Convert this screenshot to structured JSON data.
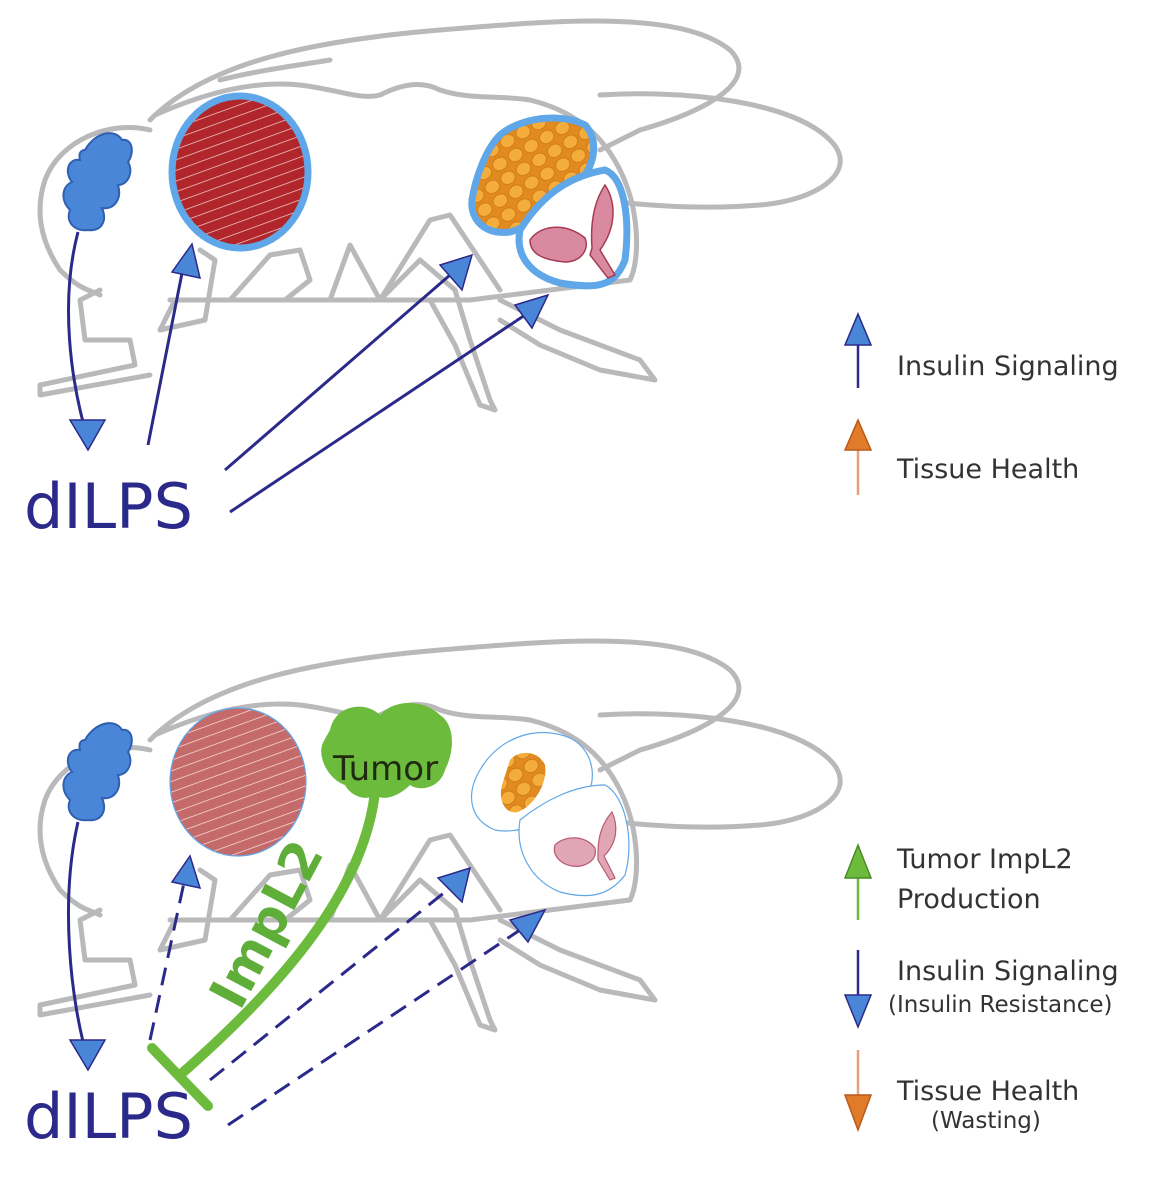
{
  "panels": [
    {
      "id": "healthy",
      "source_label": "dILPS",
      "legend": [
        {
          "direction": "up",
          "label": "Insulin Signaling",
          "sublabel": "",
          "color": "#4a78d6",
          "shaft_color": "#2b2a8a"
        },
        {
          "direction": "up",
          "label": "Tissue Health",
          "sublabel": "",
          "color": "#e07b2a",
          "shaft_color": "#e8a07a"
        }
      ]
    },
    {
      "id": "tumor",
      "source_label": "dILPS",
      "tumor_label": "Tumor",
      "inhibitor_label": "ImpL2",
      "legend": [
        {
          "direction": "up",
          "label": "Tumor ImpL2",
          "sublabel": "Production",
          "color": "#6cbb3c",
          "shaft_color": "#6cbb3c"
        },
        {
          "direction": "down",
          "label": "Insulin Signaling",
          "sublabel": "(Insulin Resistance)",
          "color": "#4a78d6",
          "shaft_color": "#2b2a8a"
        },
        {
          "direction": "down",
          "label": "Tissue Health",
          "sublabel": "(Wasting)",
          "color": "#e07b2a",
          "shaft_color": "#e8a07a"
        }
      ]
    }
  ],
  "colors": {
    "fly_outline": "#b9b9bb",
    "brain_ipc": "#4a86d8",
    "muscle": "#b22a2a",
    "muscle_wasted": "#c46a6a",
    "fat_body": "#f0a030",
    "gut": "#d98aa0",
    "tissue_halo": "#5fa7e8",
    "arrow_line": "#2b2a8a",
    "arrow_head": "#4a86d8",
    "tumor": "#6cbb3c"
  }
}
